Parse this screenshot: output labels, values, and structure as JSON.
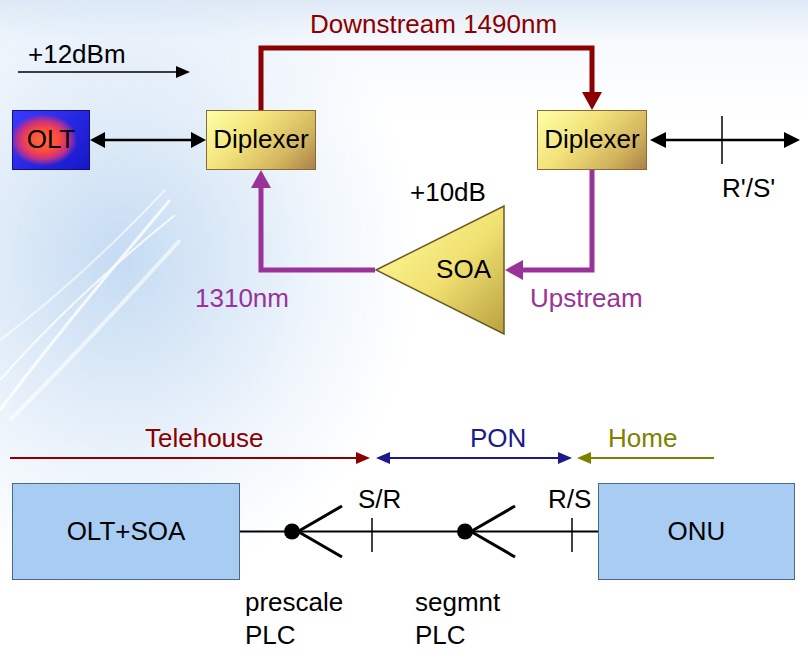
{
  "diagram": {
    "nodes": [
      {
        "text": [
          "OLT"
        ]
      },
      {
        "text": [
          "Diplexer"
        ]
      },
      {
        "text": [
          "Diplexer"
        ]
      },
      {
        "text": [
          "SOA"
        ]
      },
      {
        "text": [
          "OLT+SOA"
        ]
      },
      {
        "text": [
          "ONU"
        ]
      }
    ],
    "edges": [
      {
        "from": 0,
        "to": 1,
        "arrow": "both"
      },
      {
        "from": 1,
        "to": 2,
        "label": "Downstream 1490nm",
        "arrow": "to"
      },
      {
        "from": 2,
        "to": 3,
        "label": "Upstream",
        "arrow": "to"
      },
      {
        "from": 3,
        "to": 1,
        "label": "1310nm",
        "arrow": "to"
      },
      {
        "from": 4,
        "to": 5,
        "arrow": "none"
      }
    ],
    "labels": [
      "+12dBm",
      "+10dB",
      "R'/S'",
      "Telehouse",
      "PON",
      "Home",
      "S/R",
      "R/S",
      "prescale PLC",
      "segmnt PLC"
    ]
  }
}
